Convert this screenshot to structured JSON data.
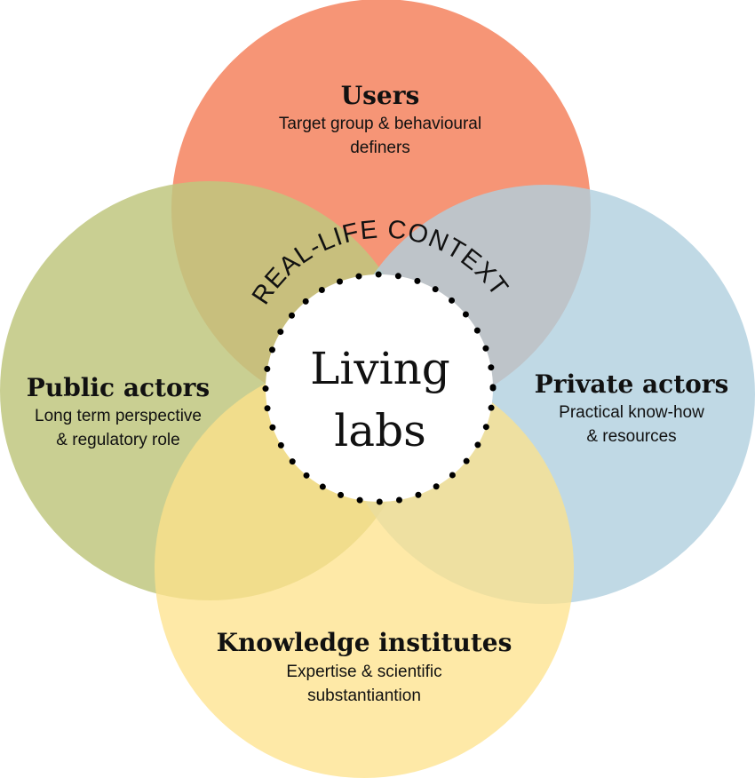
{
  "colors": {
    "users": "#f58f6f",
    "public": "#bfc77f",
    "private": "#b0d0de",
    "knowledge": "#fde18a"
  },
  "users": {
    "title": "Users",
    "lines": [
      "Target group & behavioural",
      "definers"
    ]
  },
  "public": {
    "title": "Public actors",
    "lines": [
      "Long term perspective",
      "& regulatory role"
    ]
  },
  "private": {
    "title": "Private actors",
    "lines": [
      "Practical know-how",
      "& resources"
    ]
  },
  "knowledge": {
    "title": "Knowledge institutes",
    "lines": [
      "Expertise & scientific",
      "substantiantion"
    ]
  },
  "center": {
    "lines": [
      "Living",
      "labs"
    ],
    "arc_label": "REAL-LIFE CONTEXT"
  }
}
